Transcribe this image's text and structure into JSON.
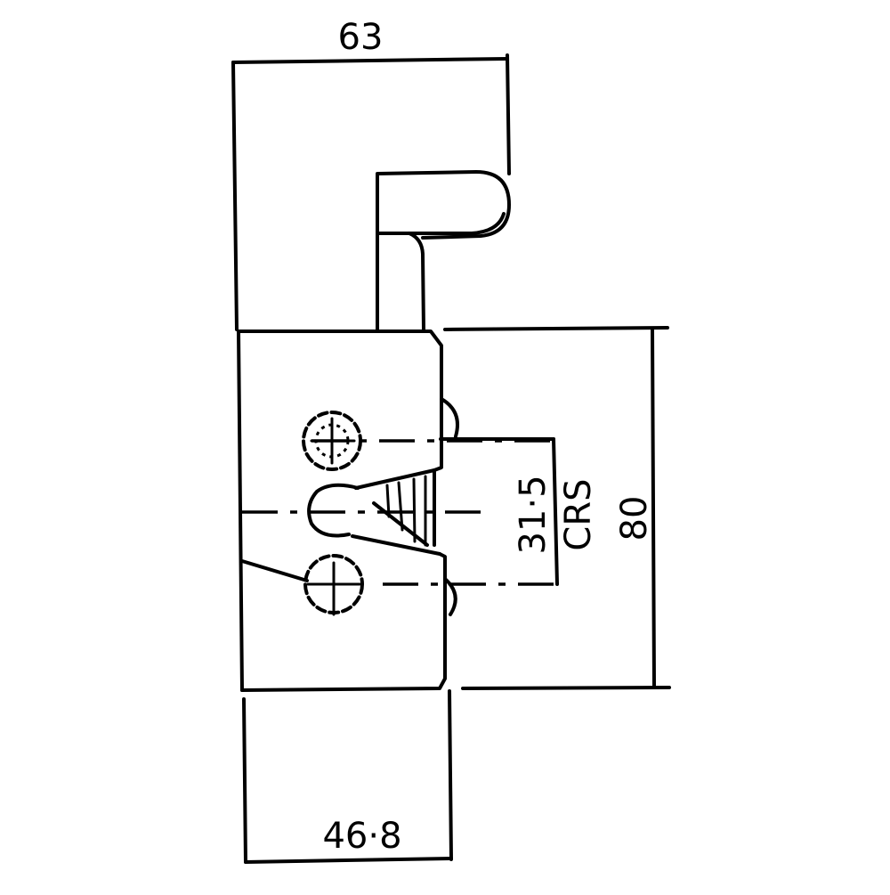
{
  "drawing": {
    "type": "technical-drawing",
    "subject": "lever latch / catch, front elevation",
    "dimensions": {
      "overall_width": "63",
      "fixing_centres_value": "31·5",
      "fixing_centres_suffix": "CRS",
      "body_height": "80",
      "body_width": "46·8"
    },
    "colors": {
      "line": "#000000",
      "background": "#ffffff"
    }
  }
}
